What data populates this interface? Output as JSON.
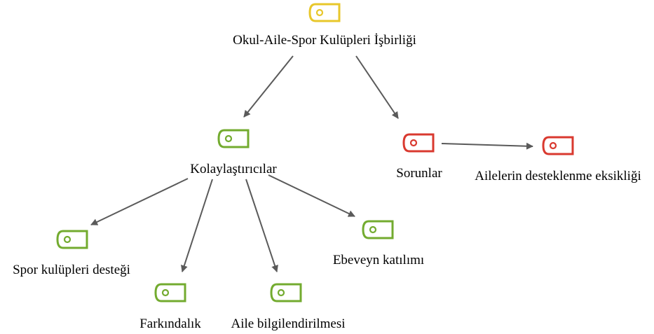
{
  "colors": {
    "root": "#e8c72a",
    "facilitator": "#73ab2f",
    "problem": "#d9392f",
    "edge": "#5a5a5a"
  },
  "icons": {
    "node": "tag-icon"
  },
  "nodes": {
    "root": {
      "label": "Okul-Aile-Spor Kulüpleri İşbirliği",
      "kind": "root"
    },
    "facilitators": {
      "label": "Kolaylaştırıcılar",
      "kind": "facilitator"
    },
    "problems": {
      "label": "Sorunlar",
      "kind": "problem"
    },
    "family_support_lack": {
      "label": "Ailelerin desteklenme eksikliği",
      "kind": "problem"
    },
    "club_support": {
      "label": "Spor kulüpleri desteği",
      "kind": "facilitator"
    },
    "awareness": {
      "label": "Farkındalık",
      "kind": "facilitator"
    },
    "family_informing": {
      "label": "Aile bilgilendirilmesi",
      "kind": "facilitator"
    },
    "parent_involvement": {
      "label": "Ebeveyn katılımı",
      "kind": "facilitator"
    }
  },
  "edges": [
    [
      "root",
      "facilitators"
    ],
    [
      "root",
      "problems"
    ],
    [
      "problems",
      "family_support_lack"
    ],
    [
      "facilitators",
      "club_support"
    ],
    [
      "facilitators",
      "awareness"
    ],
    [
      "facilitators",
      "family_informing"
    ],
    [
      "facilitators",
      "parent_involvement"
    ]
  ]
}
